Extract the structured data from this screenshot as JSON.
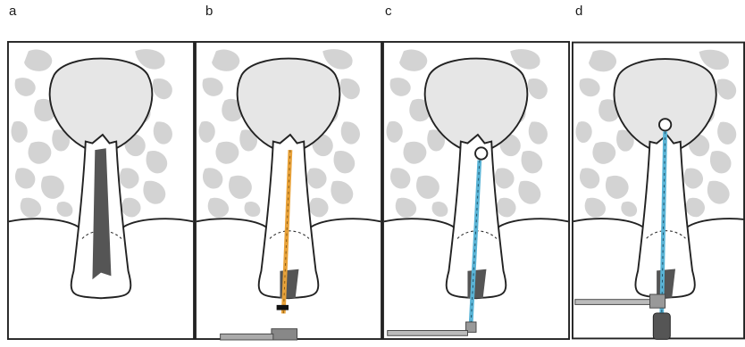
{
  "panels": [
    {
      "label": "a",
      "instrument": "none"
    },
    {
      "label": "b",
      "instrument": "orange-file"
    },
    {
      "label": "c",
      "instrument": "blue-file-with-ball-tip"
    },
    {
      "label": "d",
      "instrument": "blue-file-with-ball-tip-and-handpiece"
    }
  ],
  "colors": {
    "bone": "#d3d3d3",
    "outline": "#222222",
    "canal": "#555555",
    "orange_file": "#e8a23a",
    "blue_file": "#5ab4d6",
    "metal": "#9a9a9a"
  }
}
